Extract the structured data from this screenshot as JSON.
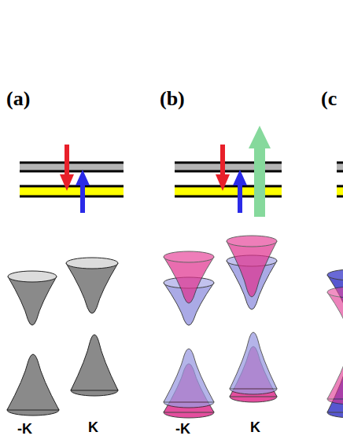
{
  "diagram": {
    "labels": [
      "(a)",
      "(b)",
      "(c",
      "-K",
      "K",
      "-K",
      "K"
    ]
  }
}
